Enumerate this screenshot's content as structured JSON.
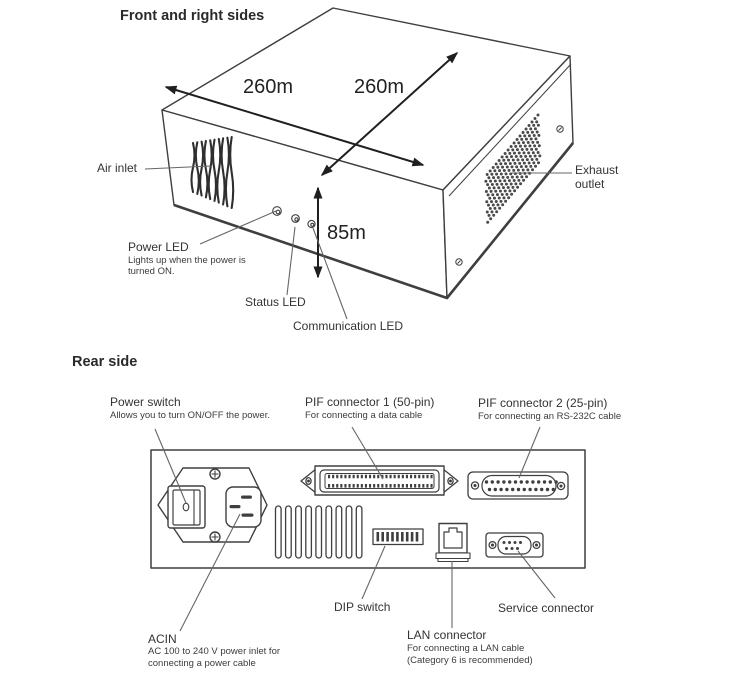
{
  "front_view": {
    "title": "Front and right sides",
    "dim_width": "260m",
    "dim_depth": "260m",
    "dim_height": "85m",
    "air_inlet": "Air inlet",
    "power_led": "Power LED",
    "power_led_desc1": "Lights up when the power is",
    "power_led_desc2": "turned ON.",
    "status_led": "Status LED",
    "communication_led": "Communication LED",
    "exhaust_line1": "Exhaust",
    "exhaust_line2": "outlet"
  },
  "rear_view": {
    "title": "Rear side",
    "power_switch": "Power switch",
    "power_switch_desc": "Allows you to turn ON/OFF the power.",
    "pif1": "PIF connector 1 (50-pin)",
    "pif1_desc": "For connecting a data cable",
    "pif2": "PIF connector 2 (25-pin)",
    "pif2_desc": "For connecting an RS-232C cable",
    "acin": "ACIN",
    "acin_desc1": "AC 100 to 240 V power inlet for",
    "acin_desc2": "connecting a power cable",
    "dip_switch": "DIP switch",
    "lan": "LAN connector",
    "lan_desc1": "For connecting a LAN cable",
    "lan_desc2": "(Category 6 is recommended)",
    "service": "Service connector"
  },
  "colors": {
    "line": "#3f3f3f",
    "leader": "#666666",
    "arrow": "#1f1f1f",
    "text": "#2d2d2d",
    "background": "#ffffff"
  }
}
